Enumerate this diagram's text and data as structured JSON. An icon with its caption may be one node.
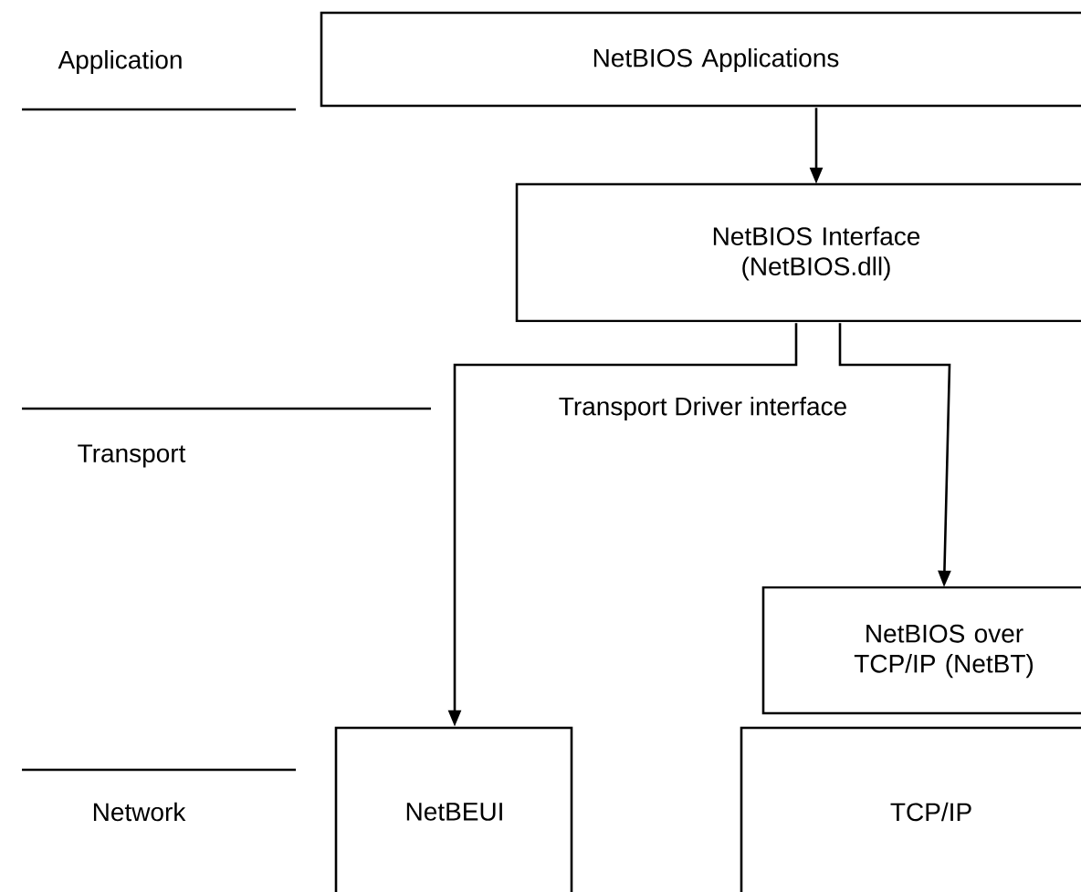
{
  "diagram": {
    "nodes": [
      {
        "text": [
          "NetBIOS Applications"
        ]
      },
      {
        "text": [
          "NetBIOS Interface (NetBIOS.dll)"
        ]
      },
      {
        "text": [
          "NetBIOS over TCP/IP (NetBT)"
        ]
      },
      {
        "text": [
          "NetBEUI"
        ]
      },
      {
        "text": [
          "TCP/IP"
        ]
      }
    ],
    "edges": [
      {
        "from": 0,
        "to": 1,
        "arrow": "to"
      },
      {
        "from": 1,
        "to": 3,
        "arrow": "to"
      },
      {
        "from": 1,
        "to": 2,
        "arrow": "to"
      }
    ],
    "labels": [
      "Application",
      "Transport Driver interface",
      "Transport",
      "Network"
    ]
  }
}
